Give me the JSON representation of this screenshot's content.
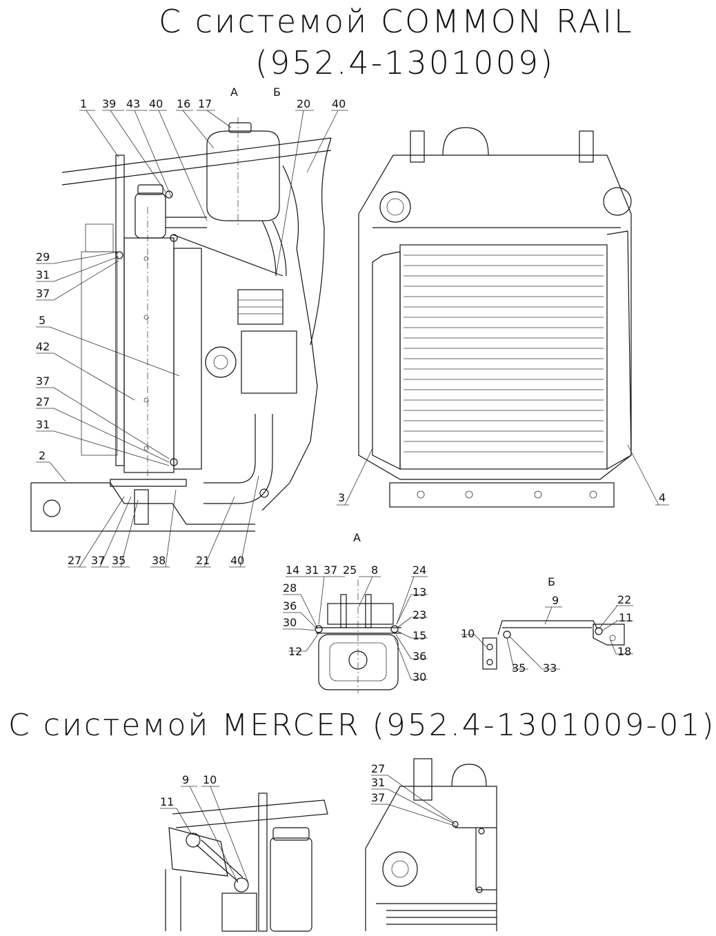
{
  "titles": {
    "common_rail": "С системой COMMON RAIL",
    "common_rail_code": "(952.4-1301009)",
    "mercer": "С системой MERCER (952.4-1301009-01)"
  },
  "views": {
    "a_marker": "А",
    "b_marker": "Б",
    "a_detail": "А",
    "b_detail": "Б"
  },
  "callouts": {
    "side_top": [
      "1",
      "39",
      "43",
      "40",
      "16",
      "17",
      "20",
      "40"
    ],
    "side_left": [
      "29",
      "31",
      "37",
      "5",
      "42",
      "37",
      "27",
      "31",
      "2"
    ],
    "side_bottom": [
      "27",
      "37",
      "35",
      "38",
      "21",
      "40"
    ],
    "front": [
      "3",
      "4"
    ],
    "detail_a": [
      "14",
      "31",
      "37",
      "25",
      "8",
      "24",
      "28",
      "13",
      "36",
      "23",
      "30",
      "15",
      "12",
      "36",
      "30"
    ],
    "detail_b": [
      "9",
      "22",
      "11",
      "10",
      "35",
      "33",
      "18"
    ],
    "mercer_left": [
      "9",
      "10",
      "11"
    ],
    "mercer_right": [
      "27",
      "31",
      "37"
    ]
  }
}
